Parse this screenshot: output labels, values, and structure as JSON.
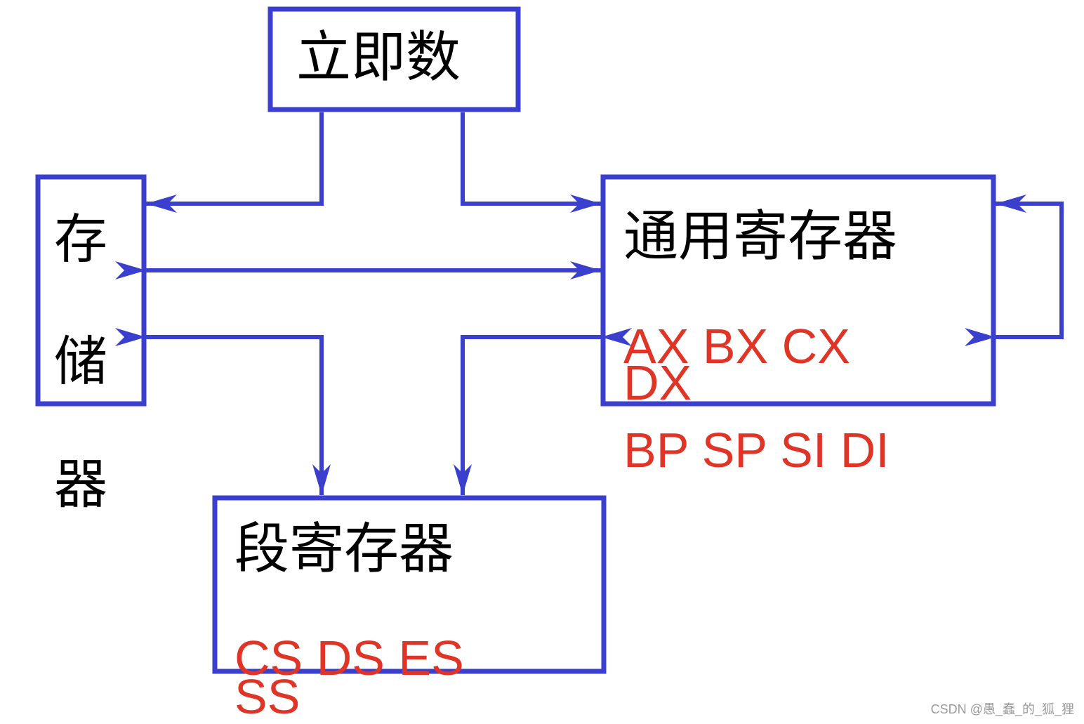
{
  "nodes": {
    "immediate": {
      "label": "立即数"
    },
    "memory": {
      "chars": [
        "存",
        "储",
        "器"
      ]
    },
    "general_registers": {
      "label": "通用寄存器",
      "registers_line1": "AX BX CX",
      "registers_line2": "DX",
      "registers_line3": "BP SP SI DI"
    },
    "segment_registers": {
      "label": "段寄存器",
      "registers_line1": "CS DS ES",
      "registers_line2": "SS"
    }
  },
  "watermark": "CSDN @愚_蠢_的_狐_狸",
  "colors": {
    "line": "#3a3fce",
    "register_text": "#e03426",
    "label_text": "#000000"
  }
}
